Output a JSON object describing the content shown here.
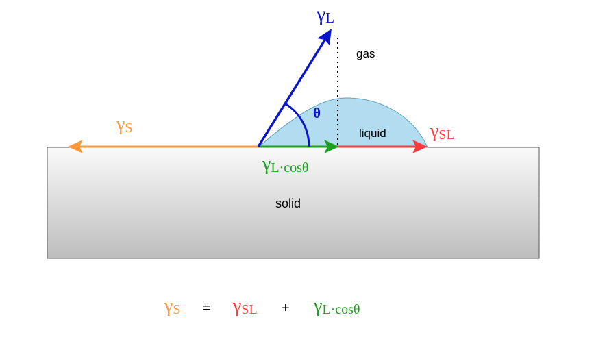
{
  "labels": {
    "gamma": "γ",
    "sub_L": "L",
    "sub_S": "S",
    "sub_SL": "SL",
    "cos_suffix": "·cosθ",
    "theta": "θ",
    "gas": "gas",
    "liquid": "liquid",
    "solid": "solid"
  },
  "equation": {
    "equals": "=",
    "plus": "+"
  },
  "colors": {
    "gamma_S": "#ff9a3c",
    "gamma_SL": "#ff3b3b",
    "gamma_L": "#0a16c8",
    "cos_component": "#1ea01e",
    "liquid_fill": "#b2dcef",
    "liquid_outline": "#5a9ec4",
    "solid_top": "#fafafa",
    "solid_bottom": "#bdbdbd"
  }
}
